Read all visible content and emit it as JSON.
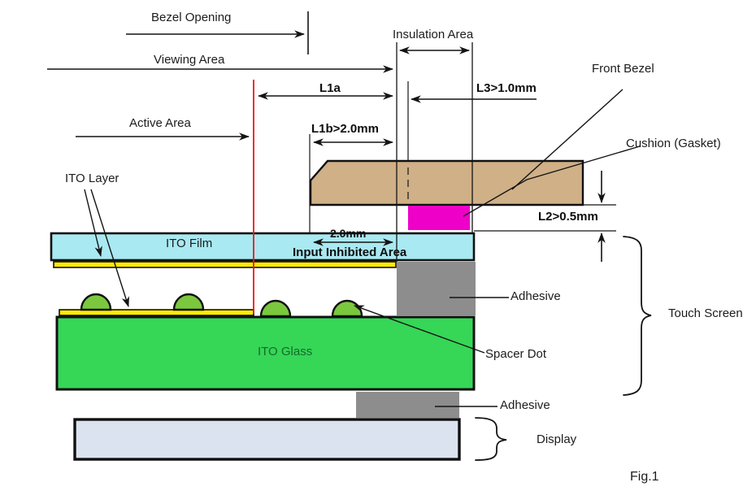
{
  "figure_caption": "Fig.1",
  "area_labels": {
    "bezel_opening": "Bezel Opening",
    "viewing_area": "Viewing Area",
    "insulation_area": "Insulation Area",
    "active_area": "Active Area"
  },
  "part_labels": {
    "front_bezel": "Front Bezel",
    "cushion": "Cushion (Gasket)",
    "ito_layer": "ITO Layer",
    "ito_film": "ITO Film",
    "ito_glass": "ITO Glass",
    "spacer_dot": "Spacer Dot",
    "adhesive_upper": "Adhesive",
    "adhesive_lower": "Adhesive",
    "touch_screen": "Touch Screen",
    "display": "Display"
  },
  "dimension_labels": {
    "l1a": "L1a",
    "l1b": "L1b>2.0mm",
    "l2": "L2>0.5mm",
    "l3": "L3>1.0mm",
    "inhibited_width": "2.0mm",
    "input_inhibited_area": "Input Inhibited Area"
  },
  "colors": {
    "front_bezel": "#cfb087",
    "cushion": "#ee00c8",
    "ito_film": "#a9e9f2",
    "ito_glass": "#36d657",
    "spacer_dot": "#7bc83e",
    "ito_coating": "#ffec00",
    "adhesive": "#8d8d8d",
    "display": "#dbe2f0",
    "active_area_line": "#f01515",
    "ito_glass_text": "#156b2a",
    "line": "#141414"
  }
}
